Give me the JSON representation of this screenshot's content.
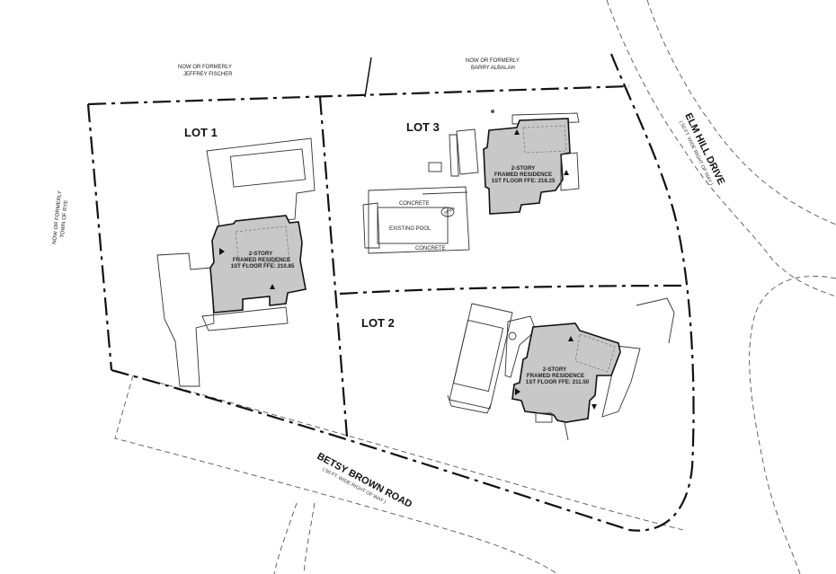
{
  "lots": {
    "lot1": "LOT 1",
    "lot2": "LOT 2",
    "lot3": "LOT 3"
  },
  "neighbors": {
    "north_west": {
      "line1": "NOW OR FORMERLY",
      "line2": "JEFFREY FISCHER"
    },
    "north_east": {
      "line1": "NOW OR FORMERLY",
      "line2": "BARRY ALBALAH"
    },
    "west": {
      "line1": "NOW OR FORMERLY",
      "line2": "TOWN OF RYE"
    }
  },
  "residences": {
    "lot1": {
      "line1": "2-STORY",
      "line2": "FRAMED RESIDENCE",
      "line3": "1ST FLOOR FFE: 210.85"
    },
    "lot2": {
      "line1": "2-STORY",
      "line2": "FRAMED RESIDENCE",
      "line3": "1ST FLOOR FFE: 211.50"
    },
    "lot3": {
      "line1": "2-STORY",
      "line2": "FRAMED RESIDENCE",
      "line3": "1ST FLOOR FFE: 218.25"
    }
  },
  "pool": {
    "label": "EXISTING POOL",
    "concrete_top": "CONCRETE",
    "concrete_bottom": "CONCRETE",
    "tag": "OPEN"
  },
  "roads": {
    "elm_hill": {
      "name": "ELM HILL DRIVE",
      "sub": "( 50 FT. WIDE RIGHT OF WAY )"
    },
    "betsy_brown": {
      "name": "BETSY BROWN ROAD",
      "sub": "( 50 FT. WIDE RIGHT OF WAY )"
    }
  },
  "colors": {
    "house_fill": "#c8c8c8",
    "linework": "#111111",
    "background": "#ffffff"
  }
}
